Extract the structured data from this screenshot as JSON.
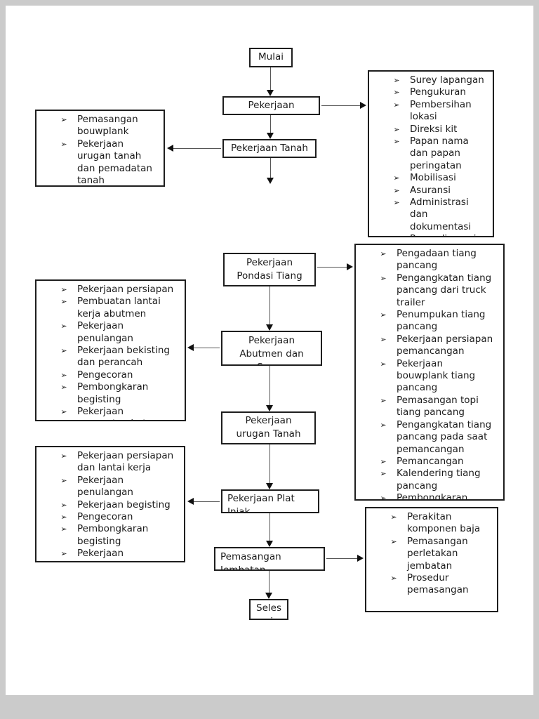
{
  "ui": {
    "bullet_glyph": "➢",
    "page_bg": "#ffffff",
    "surround_bg": "#cbcbcb",
    "border_color": "#1e1e1e",
    "text_color": "#1c1c1c"
  },
  "nodes": {
    "mulai": {
      "label": "Mulai"
    },
    "pekerjaan": {
      "label": "Pekerjaan"
    },
    "pekerjaan_tanah": {
      "label": "Pekerjaan Tanah"
    },
    "pondasi_tiang": {
      "label": "Pekerjaan\nPondasi Tiang"
    },
    "abutmen": {
      "label": "Pekerjaan\nAbutmen dan\nSayap"
    },
    "urugan_tanah": {
      "label": "Pekerjaan\nurugan Tanah\nKembali"
    },
    "plat_injak": {
      "label": "Pekerjaan Plat\nInjak"
    },
    "pemasangan_jembatan": {
      "label": "Pemasangan\nJembatan"
    },
    "selesai": {
      "label": "Seles\nai"
    }
  },
  "lists": {
    "persiapan_items": [
      "Surey lapangan",
      "Pengukuran",
      "Pembersihan\nlokasi",
      "Direksi kit",
      "Papan nama\ndan papan\nperingatan",
      "Mobilisasi",
      "Asuransi",
      "Administrasi\ndan\ndokumentasi",
      "Penyediaan air"
    ],
    "tanah_items": [
      "Pemasangan\nbouwplank",
      "Pekerjaan\nurugan tanah\ndan pemadatan\ntanah"
    ],
    "pondasi_items": [
      "Pengadaan tiang\npancang",
      "Pengangkatan tiang\npancang dari truck\ntrailer",
      "Penumpukan tiang\npancang",
      "Pekerjaan persiapan\npemancangan",
      "Pekerjaan\nbouwplank tiang\npancang",
      "Pemasangan topi\ntiang pancang",
      "Pengangkatan tiang\npancang pada saat\npemancangan",
      "Pemancangan",
      "Kalendering tiang\npancang",
      "Pembongkaran"
    ],
    "abutmen_items": [
      "Pekerjaan persiapan",
      "Pembuatan lantai\nkerja abutmen",
      "Pekerjaan\npenulangan",
      "Pekerjaan bekisting\ndan perancah",
      "Pengecoran",
      "Pembongkaran\nbegisting",
      "Pekerjaan\nperawatan beton"
    ],
    "plat_items": [
      "Pekerjaan persiapan\ndan lantai kerja",
      "Pekerjaan\npenulangan",
      "Pekerjaan begisting",
      "Pengecoran",
      "Pembongkaran\nbegisting",
      "Pekerjaan"
    ],
    "jembatan_items": [
      "Perakitan\nkomponen baja",
      "Pemasangan\nperletakan\njembatan",
      "Prosedur\npemasangan"
    ]
  }
}
